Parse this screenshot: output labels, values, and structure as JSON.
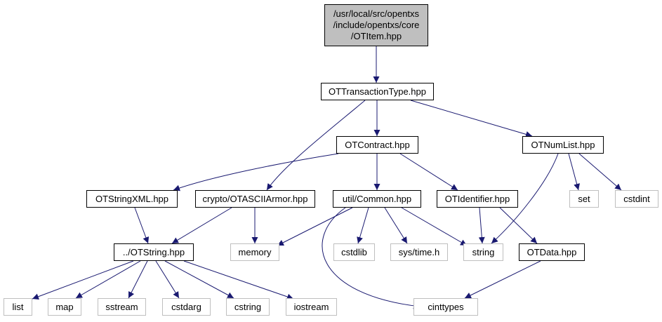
{
  "colors": {
    "edge": "#191970",
    "root_fill": "#bfbfbf",
    "node_border": "#000000",
    "external_border": "#bfbfbf"
  },
  "nodes": {
    "otitem": {
      "lines": [
        "/usr/local/src/opentxs",
        "/include/opentxs/core",
        "/OTItem.hpp"
      ]
    },
    "ottransactiontype": {
      "label": "OTTransactionType.hpp"
    },
    "otcontract": {
      "label": "OTContract.hpp"
    },
    "otnumlist": {
      "label": "OTNumList.hpp"
    },
    "otstringxml": {
      "label": "OTStringXML.hpp"
    },
    "otasciiarmor": {
      "label": "crypto/OTASCIIArmor.hpp"
    },
    "common": {
      "label": "util/Common.hpp"
    },
    "otidentifier": {
      "label": "OTIdentifier.hpp"
    },
    "set": {
      "label": "set"
    },
    "cstdint": {
      "label": "cstdint"
    },
    "otstring": {
      "label": "../OTString.hpp"
    },
    "memory": {
      "label": "memory"
    },
    "cstdlib": {
      "label": "cstdlib"
    },
    "systime": {
      "label": "sys/time.h"
    },
    "string": {
      "label": "string"
    },
    "otdata": {
      "label": "OTData.hpp"
    },
    "list": {
      "label": "list"
    },
    "map": {
      "label": "map"
    },
    "sstream": {
      "label": "sstream"
    },
    "cstdarg": {
      "label": "cstdarg"
    },
    "cstring": {
      "label": "cstring"
    },
    "iostream": {
      "label": "iostream"
    },
    "cinttypes": {
      "label": "cinttypes"
    }
  }
}
